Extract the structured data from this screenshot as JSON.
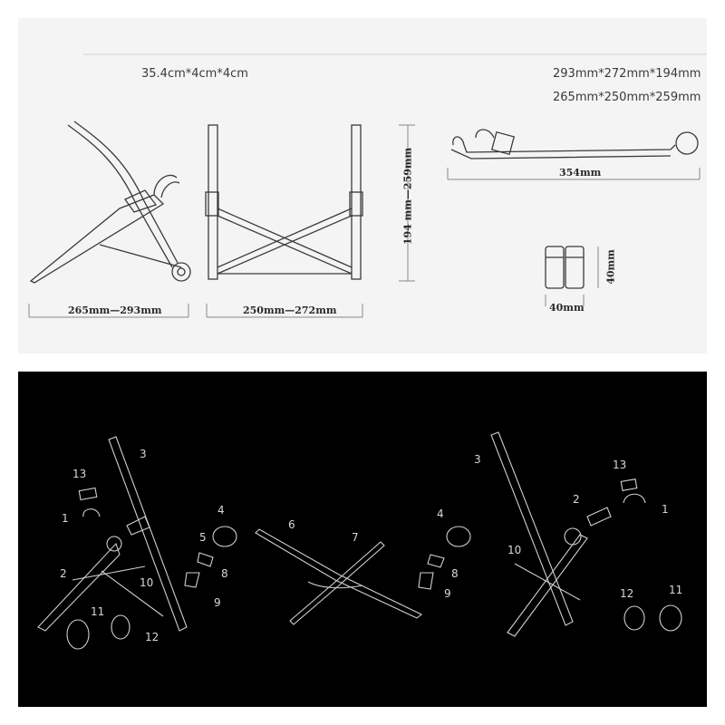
{
  "top_panel": {
    "size_left": "35.4cm*4cm*4cm",
    "size_right_1": "293mm*272mm*194mm",
    "size_right_2": "265mm*250mm*259mm",
    "dim_side": "265mm—293mm",
    "dim_front": "250mm—272mm",
    "dim_height": "194 mm—259mm",
    "dim_folded_length": "354mm",
    "dim_folded_width": "40mm",
    "dim_folded_height": "40mm"
  },
  "bottom_panel": {
    "left_parts": [
      "1",
      "2",
      "3",
      "10",
      "11",
      "12",
      "13"
    ],
    "middle_parts": [
      "4",
      "5",
      "6",
      "7",
      "8",
      "9",
      "4",
      "8",
      "9"
    ],
    "right_parts": [
      "1",
      "2",
      "3",
      "10",
      "11",
      "12",
      "13"
    ]
  },
  "colors": {
    "top_bg": "#f4f4f4",
    "bottom_bg": "#000000",
    "line_dark": "#3a3a3a",
    "line_light": "#d0d0d0"
  }
}
